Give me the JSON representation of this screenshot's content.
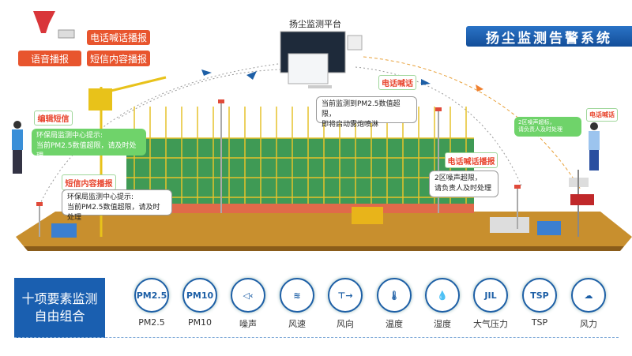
{
  "title": "扬尘监测告警系统",
  "platform_label": "扬尘监测平台",
  "badges": {
    "phone_broadcast": "电话喊话播报",
    "voice_broadcast": "语音播报",
    "sms_broadcast": "短信内容播报"
  },
  "labels": {
    "edit_sms": "编辑短信",
    "sms_content": "短信内容播报",
    "phone_call": "电话喊话",
    "phone_call_broadcast": "电话喊话播报",
    "phone_call_right": "电话喊话"
  },
  "bubbles": {
    "green_left": [
      "环保局监测中心提示:",
      "当前PM2.5数值超限，请及时处理"
    ],
    "white_left": [
      "环保局监测中心提示:",
      "当前PM2.5数值超限，请及时处理"
    ],
    "center": [
      "当前监测到PM2.5数值超限，",
      "即将启动雾炮喷淋"
    ],
    "right": [
      "2区噪声超限，",
      "请负责人及时处理"
    ],
    "green_right": [
      "2区噪声超标，",
      "请负责人及时处理"
    ]
  },
  "bottom": {
    "heading": [
      "十项要素监测",
      "自由组合"
    ],
    "items": [
      {
        "icon": "PM2.5",
        "label": "PM2.5"
      },
      {
        "icon": "PM10",
        "label": "PM10"
      },
      {
        "icon": "◁‹",
        "label": "噪声"
      },
      {
        "icon": "≋",
        "label": "风速"
      },
      {
        "icon": "⊤→",
        "label": "风向"
      },
      {
        "icon": "🌡",
        "label": "温度"
      },
      {
        "icon": "💧",
        "label": "湿度"
      },
      {
        "icon": "JIL",
        "label": "大气压力"
      },
      {
        "icon": "TSP",
        "label": "TSP"
      },
      {
        "icon": "☁",
        "label": "风力"
      }
    ]
  },
  "colors": {
    "blue": "#1a5fb0",
    "orange": "#e8552e",
    "green": "#6fd36a"
  }
}
